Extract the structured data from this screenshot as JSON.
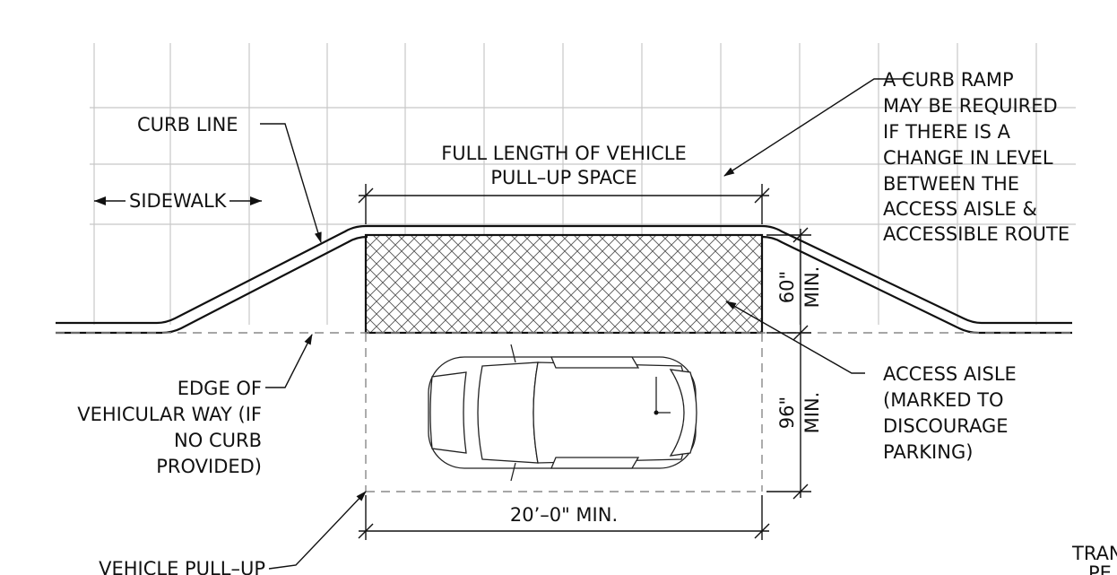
{
  "labels": {
    "curb_line": "CURB LINE",
    "sidewalk": "SIDEWALK",
    "full_length_1": "FULL LENGTH OF VEHICLE",
    "full_length_2": "PULL–UP SPACE",
    "curb_ramp_1": "A CURB RAMP",
    "curb_ramp_2": "MAY BE REQUIRED",
    "curb_ramp_3": "IF THERE IS A",
    "curb_ramp_4": "CHANGE IN LEVEL",
    "curb_ramp_5": "BETWEEN THE",
    "curb_ramp_6": "ACCESS AISLE &",
    "curb_ramp_7": "ACCESSIBLE ROUTE",
    "dim_60": "60\"",
    "dim_60_min": "MIN.",
    "dim_96": "96\"",
    "dim_96_min": "MIN.",
    "access_aisle_1": "ACCESS AISLE",
    "access_aisle_2": "(MARKED TO",
    "access_aisle_3": "DISCOURAGE",
    "access_aisle_4": "PARKING)",
    "edge_1": "EDGE OF",
    "edge_2": "VEHICULAR WAY (IF",
    "edge_3": "NO CURB",
    "edge_4": "PROVIDED)",
    "dim_20": "20’–0\" MIN.",
    "vehicle_pullup": "VEHICLE PULL–UP",
    "trans_partial": "TRAN",
    "trans_partial_2": "PE"
  },
  "colors": {
    "line": "#111111",
    "grid": "#c8c8c8",
    "dashed": "#888888"
  }
}
